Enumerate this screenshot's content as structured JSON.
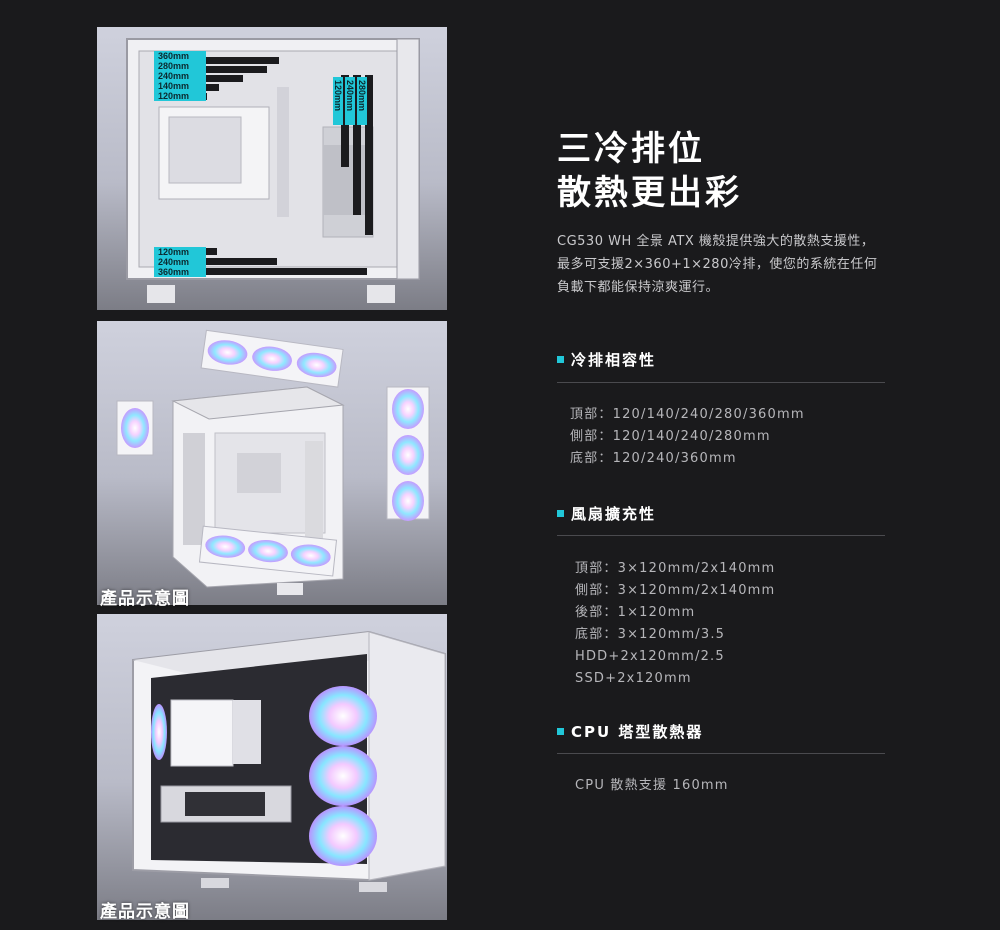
{
  "images": {
    "rad_labels_top": [
      "360mm",
      "280mm",
      "240mm",
      "140mm",
      "120mm"
    ],
    "rad_labels_side": [
      "120mm",
      "240mm",
      "280mm"
    ],
    "rad_labels_bottom": [
      "120mm",
      "240mm",
      "360mm"
    ],
    "caption_2": "產品示意圖",
    "caption_3": "產品示意圖"
  },
  "heading": {
    "line1": "三冷排位",
    "line2": "散熱更出彩"
  },
  "description": "CG530 WH 全景 ATX 機殼提供強大的散熱支援性，最多可支援2×360+1×280冷排，使您的系統在任何負載下都能保持涼爽運行。",
  "sections": [
    {
      "title": "冷排相容性",
      "lines": [
        "頂部：120/140/240/280/360mm",
        "側部：120/140/240/280mm",
        "底部：120/240/360mm"
      ]
    },
    {
      "title": "風扇擴充性",
      "lines": [
        "頂部：3×120mm/2x140mm",
        "側部：3×120mm/2x140mm",
        "後部：1×120mm",
        "底部：3×120mm/3.5",
        "HDD+2x120mm/2.5",
        "SSD+2x120mm"
      ]
    },
    {
      "title": "CPU 塔型散熱器",
      "lines": [
        "CPU 散熱支援 160mm"
      ]
    }
  ],
  "colors": {
    "accent": "#21c7d8",
    "background": "#1a1a1c"
  }
}
